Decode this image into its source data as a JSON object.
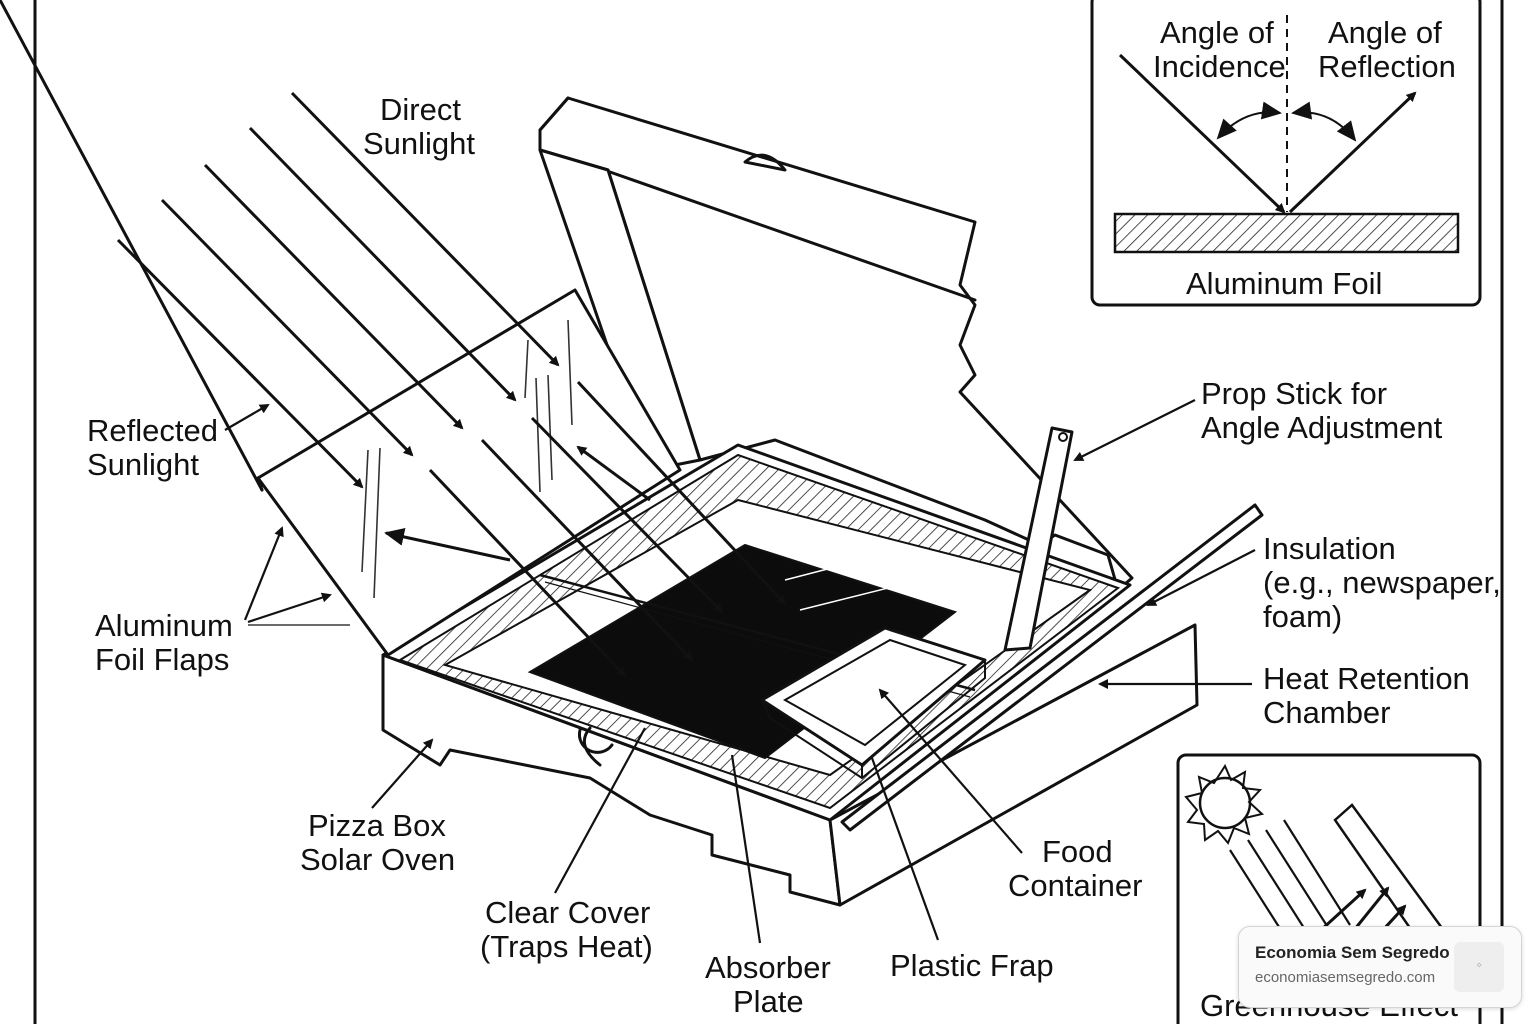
{
  "labels": {
    "direct_sunlight": [
      "Direct",
      "Sunlight"
    ],
    "reflected_sunlight": [
      "Reflected",
      "Sunlight"
    ],
    "foil_flaps": [
      "Aluminum",
      "Foil Flaps"
    ],
    "pizza_box": [
      "Pizza Box",
      "Solar Oven"
    ],
    "clear_cover": [
      "Clear Cover",
      "(Traps Heat)"
    ],
    "absorber_plate": [
      "Absorber",
      "Plate"
    ],
    "plastic_frap": [
      "Plastic Frap"
    ],
    "food_container": [
      "Food",
      "Container"
    ],
    "heat_retention": [
      "Heat Retention",
      "Chamber"
    ],
    "insulation": [
      "Insulation",
      "(e.g., newspaper,",
      "foam)"
    ],
    "prop_stick": [
      "Prop Stick for",
      "Angle Adjustment"
    ]
  },
  "reflection_inset": {
    "incidence": [
      "Angle of",
      "Incidence"
    ],
    "reflection": [
      "Angle of",
      "Reflection"
    ],
    "surface": "Aluminum Foil"
  },
  "greenhouse_inset": {
    "title": "Greenhouse Effect"
  },
  "watermark": {
    "title": "Economia Sem Segredo",
    "url": "economiasemsegredo.com"
  }
}
